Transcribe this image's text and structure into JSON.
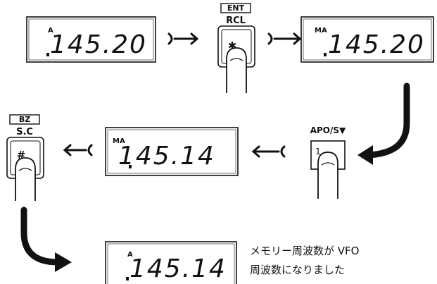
{
  "displays": [
    {
      "id": "display-1",
      "flags": "A",
      "value": "145.20"
    },
    {
      "id": "display-2",
      "flags": "MA",
      "value": "145.20"
    },
    {
      "id": "display-3",
      "flags": "MA",
      "value": "145.14"
    },
    {
      "id": "display-4",
      "flags": "A",
      "value": "145.14"
    }
  ],
  "keys": {
    "ent_rcl": {
      "top_label": "ENT",
      "bottom_label": "RCL",
      "face": "✱"
    },
    "apo_s": {
      "label": "APO/S▼",
      "face": "1"
    },
    "bz_sc": {
      "top_label": "BZ",
      "bottom_label": "S.C",
      "face": "#"
    }
  },
  "note": {
    "line1": "メモリー周波数が VFO",
    "line2": "周波数になりました"
  },
  "colors": {
    "ink": "#111111",
    "paper": "#ffffff"
  }
}
